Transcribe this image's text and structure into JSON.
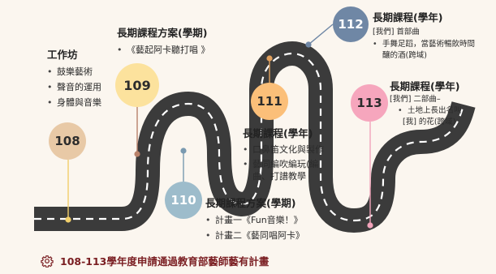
{
  "colors": {
    "c108": "#e8c9a6",
    "c109": "#fce29d",
    "c110": "#9dbccb",
    "c111": "#fbbf79",
    "c112": "#6f87a5",
    "c113": "#f6a6bd",
    "road": "#3b3b3b",
    "footer_text": "#7a1e22"
  },
  "milestones": [
    {
      "label": "108",
      "color": "#e8c9a6",
      "dot": "#f1cf6b"
    },
    {
      "label": "109",
      "color": "#fce29d",
      "dot": "#b9826a"
    },
    {
      "label": "110",
      "color": "#9dbccb",
      "dot": "#7a9ab0"
    },
    {
      "label": "111",
      "color": "#fbbf79",
      "dot": "#e0a05e"
    },
    {
      "label": "112",
      "color": "#6f87a5",
      "dot": "#6f87a5"
    },
    {
      "label": "113",
      "color": "#f6a6bd",
      "dot": "#f2a3ba"
    }
  ],
  "b108": {
    "title": "工作坊",
    "items": [
      "鼓樂藝術",
      "聲音的運用",
      "身體與音樂"
    ]
  },
  "b109": {
    "title": "長期課程方案(學期)",
    "items": [
      "《藝起阿卡聽打唱 》"
    ]
  },
  "b110": {
    "title": "長期課程方案(學期)",
    "items": [
      "計畫一《Fun音樂！》",
      "計畫二《藝同唱阿卡》"
    ]
  },
  "b111": {
    "title": "長期課程(學年)",
    "items": [
      "口鼻笛文化與製作",
      "藝同編吹編玩(編曲、打譜教學"
    ]
  },
  "b112": {
    "title": "長期課程(學年)",
    "intro": "[我們] 首部曲",
    "items": [
      "手舞足蹈，當藝術暢飲時間釀的酒(跨域)"
    ]
  },
  "b113": {
    "title": "長期課程(學年)",
    "intro": "[我們] 二部曲–",
    "items": [
      "土地上長出名叫"
    ],
    "outro": "[我] 的花(跨域)"
  },
  "footer": {
    "icon": "gear-icon",
    "text": "108-113學年度申請通過教育部藝師藝有計畫"
  }
}
